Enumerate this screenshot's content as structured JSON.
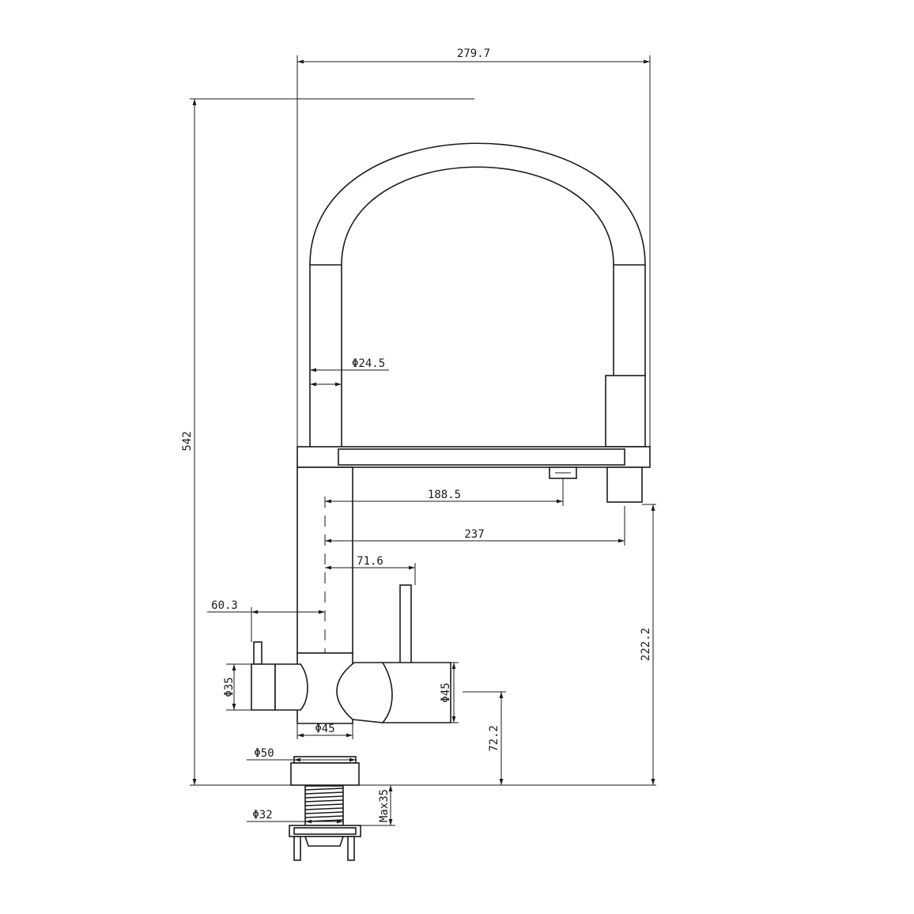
{
  "drawing": {
    "stroke_color": "#1a1a1a",
    "background": "#ffffff",
    "dimensions": {
      "overall_width": "279.7",
      "overall_height": "542",
      "spout_diameter": "Φ24.5",
      "reach_aerator": "188.5",
      "reach_outlet": "237",
      "right_handle_offset": "71.6",
      "left_handle_offset": "60.3",
      "outlet_height": "222.2",
      "left_handle_diameter": "Φ35",
      "right_handle_diameter": "Φ45",
      "body_diameter": "Φ45",
      "base_height": "72.2",
      "base_diameter": "Φ50",
      "shank_diameter": "Φ32",
      "max_deck_thickness": "Max35"
    }
  }
}
